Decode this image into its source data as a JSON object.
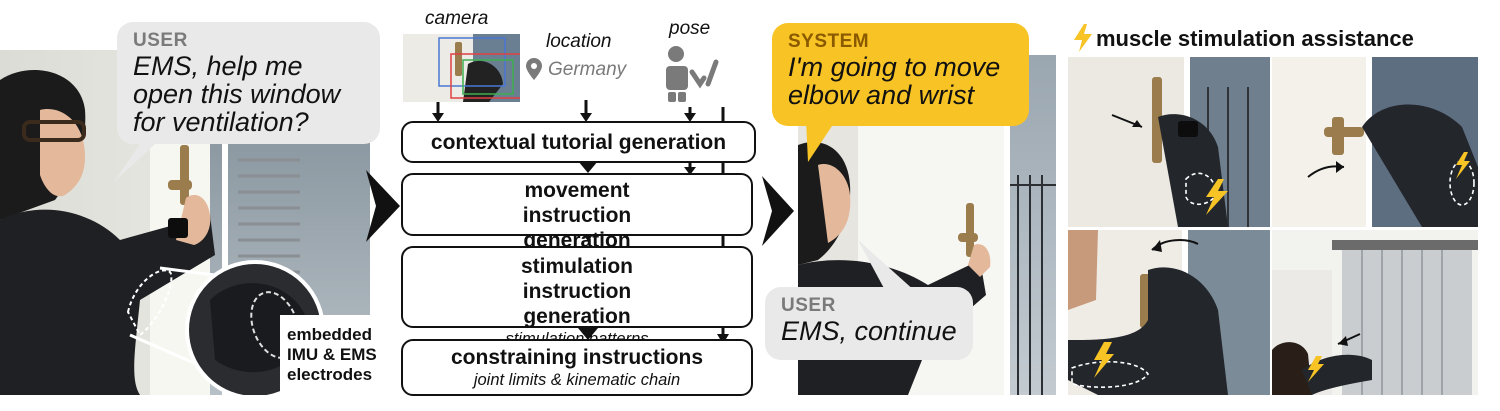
{
  "user_bubble_1": {
    "speaker": "USER",
    "text": "EMS, help me open this window for ventilation?"
  },
  "left_photo_caption": {
    "lines": [
      "embedded",
      "IMU & EMS",
      "electrodes"
    ]
  },
  "inputs": {
    "camera": "camera",
    "location": "location",
    "location_value": "Germany",
    "pose": "pose"
  },
  "pipeline": {
    "steps": [
      {
        "title": "contextual tutorial generation",
        "subtitle": ""
      },
      {
        "title": "movement instruction generation",
        "subtitle": ""
      },
      {
        "title": "stimulation instruction generation",
        "subtitle": "stimulation patterns"
      },
      {
        "title": "constraining instructions",
        "subtitle": "joint limits & kinematic chain"
      }
    ]
  },
  "system_bubble": {
    "speaker": "SYSTEM",
    "text": "I'm going to move elbow and wrist"
  },
  "user_bubble_2": {
    "speaker": "USER",
    "text": "EMS, continue"
  },
  "right_panel": {
    "title": "muscle stimulation assistance"
  },
  "colors": {
    "accent_yellow": "#F7C325",
    "bubble_gray": "#E9E9E9",
    "speaker_gray": "#7A7A7A",
    "arrow_black": "#111111"
  },
  "icons": [
    "location-pin-icon",
    "pose-figure-icon",
    "lightning-bolt-icon"
  ]
}
